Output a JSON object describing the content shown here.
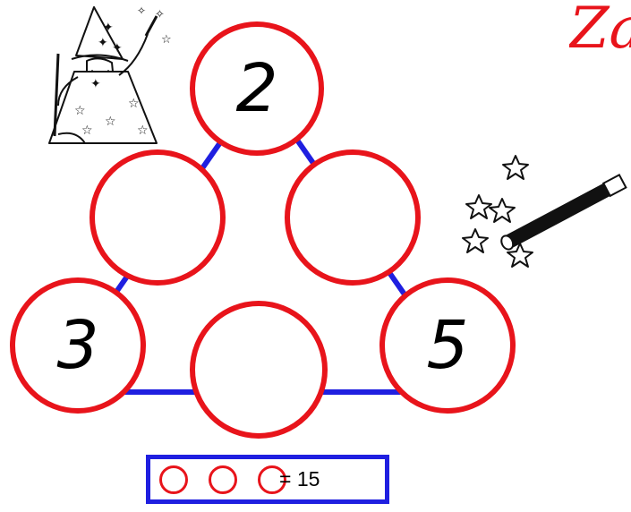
{
  "title": "Za",
  "puzzle": {
    "top": "2",
    "mid_left": "",
    "mid_right": "",
    "bottom_left": "3",
    "bottom_middle": "",
    "bottom_right": "5"
  },
  "rule": {
    "text": "= 15"
  },
  "colors": {
    "circle": "#e8141b",
    "line": "#1f1fe0"
  },
  "icons": [
    "wizard-illustration",
    "magic-wand-icon",
    "star-icon"
  ]
}
